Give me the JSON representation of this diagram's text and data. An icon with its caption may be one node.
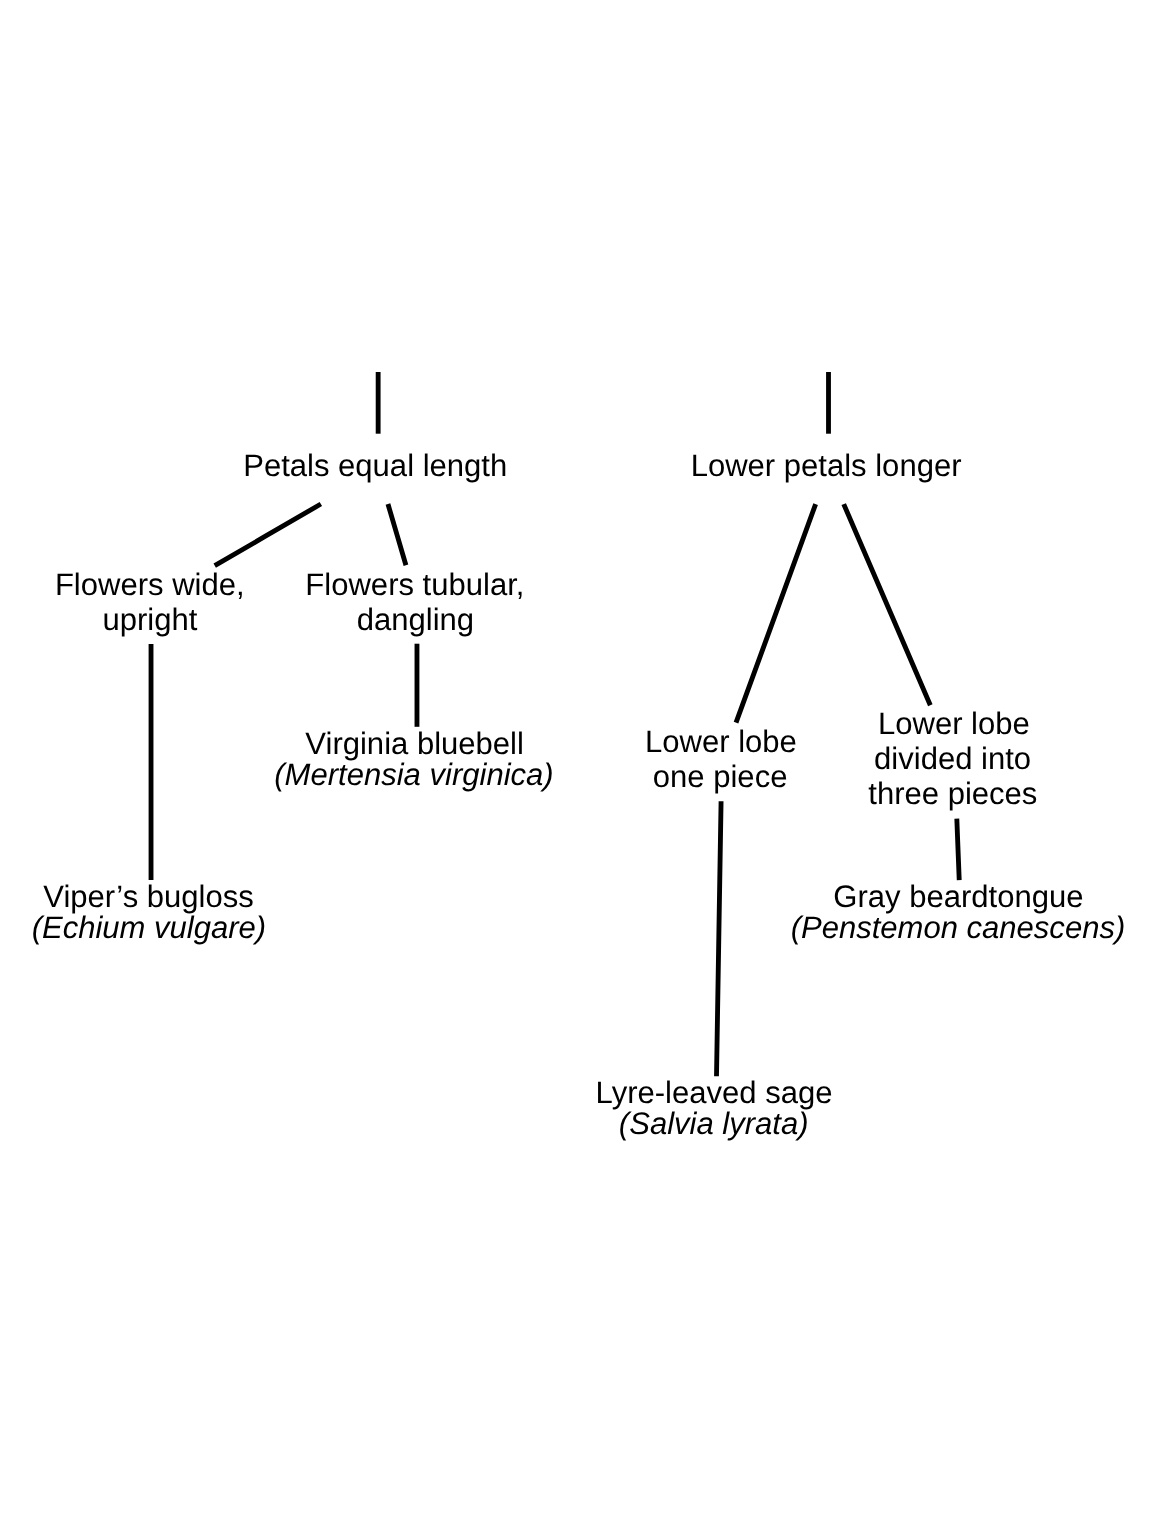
{
  "diagram": {
    "nodes": [
      {
        "text": [
          "Petals equal length"
        ]
      },
      {
        "text": [
          "Lower petals longer"
        ]
      },
      {
        "text": [
          "Flowers wide, upright"
        ]
      },
      {
        "text": [
          "Flowers tubular, dangling"
        ]
      },
      {
        "text": [
          "Virginia bluebell",
          "(Mertensia virginica)"
        ]
      },
      {
        "text": [
          "Viper’s bugloss",
          "(Echium vulgare)"
        ]
      },
      {
        "text": [
          "Lower lobe one piece"
        ]
      },
      {
        "text": [
          "Lower lobe divided into three pieces"
        ]
      },
      {
        "text": [
          "Gray beardtongue",
          "(Penstemon canescens)"
        ]
      },
      {
        "text": [
          "Lyre-leaved sage",
          "(Salvia lyrata)"
        ]
      }
    ],
    "edges": [
      {
        "from": null,
        "to": 0,
        "arrow": "none"
      },
      {
        "from": null,
        "to": 1,
        "arrow": "none"
      },
      {
        "from": 0,
        "to": 2,
        "arrow": "none"
      },
      {
        "from": 0,
        "to": 3,
        "arrow": "none"
      },
      {
        "from": 3,
        "to": 4,
        "arrow": "none"
      },
      {
        "from": 2,
        "to": 5,
        "arrow": "none"
      },
      {
        "from": 1,
        "to": 6,
        "arrow": "none"
      },
      {
        "from": 1,
        "to": 7,
        "arrow": "none"
      },
      {
        "from": 7,
        "to": 8,
        "arrow": "none"
      },
      {
        "from": 6,
        "to": 9,
        "arrow": "none"
      }
    ]
  }
}
